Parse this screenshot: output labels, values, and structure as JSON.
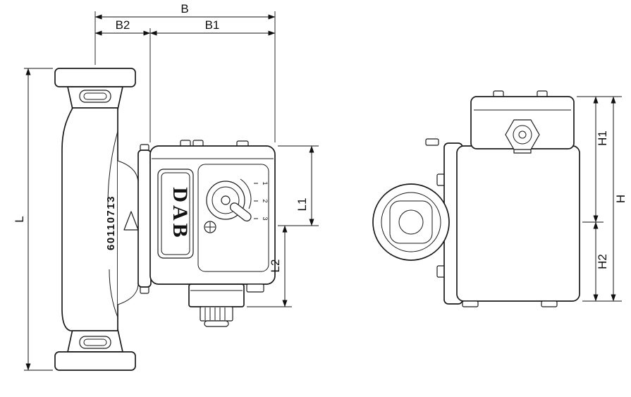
{
  "drawing": {
    "front_view": {
      "brand": "DAB",
      "serial": "60110713",
      "speed_marks": [
        "1",
        "2",
        "3"
      ]
    },
    "dimensions": {
      "B": "B",
      "B1": "B1",
      "B2": "B2",
      "L": "L",
      "L1": "L1",
      "L2": "L2",
      "H": "H",
      "H1": "H1",
      "H2": "H2"
    },
    "colors": {
      "line": "#1a1a1a",
      "dimension": "#111111",
      "background": "#ffffff"
    }
  }
}
